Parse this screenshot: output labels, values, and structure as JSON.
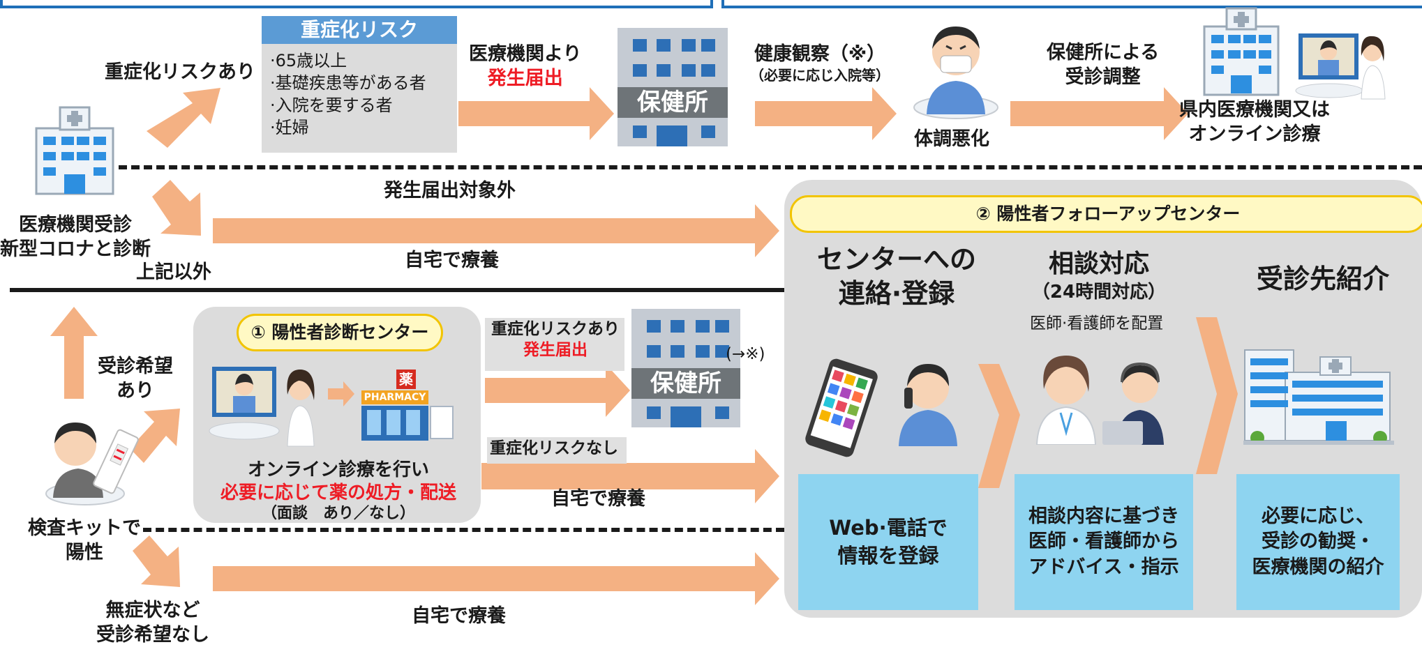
{
  "colors": {
    "arrow": "#f4b183",
    "blue": "#1f6fb8",
    "red": "#ee1c25"
  },
  "top": {
    "risk_yes": "重症化リスクあり",
    "risk_box": {
      "title": "重症化リスク",
      "items": [
        "·65歳以上",
        "·基礎疾患等がある者",
        "·入院を要する者",
        "·妊婦"
      ]
    },
    "report_from_clinic": "医療機関より",
    "report": "発生届出",
    "hokenjo": "保健所",
    "observe": "健康観察（※）",
    "observe_sub": "（必要に応じ入院等）",
    "worse": "体調悪化",
    "coordination": "保健所による受診調整",
    "coordination_l1": "保健所による",
    "coordination_l2": "受診調整",
    "dest_l1": "県内医療機関又は",
    "dest_l2": "オンライン診療"
  },
  "left": {
    "clinic_l1": "医療機関受診",
    "clinic_l2": "新型コロナと診断",
    "other": "上記以外",
    "not_target": "発生届出対象外",
    "home1": "自宅で療養",
    "want_l1": "受診希望",
    "want_l2": "あり",
    "kit_l1": "検査キットで",
    "kit_l2": "陽性",
    "nosym_l1": "無症状など",
    "nosym_l2": "受診希望なし",
    "home3": "自宅で療養"
  },
  "center1": {
    "title": "① 陽性者診断センター",
    "pharmacy_kanji": "薬",
    "pharmacy_label": "PHARMACY",
    "line1": "オンライン診療を行い",
    "line2": "必要に応じて薬の処方・配送",
    "line3": "（面談　あり／なし）"
  },
  "mid": {
    "risk_yes": "重症化リスクあり",
    "report": "発生届出",
    "hokenjo": "保健所",
    "ref": "(→※)",
    "risk_no": "重症化リスクなし",
    "home2": "自宅で療養"
  },
  "center2": {
    "title": "② 陽性者フォローアップセンター",
    "col1_l1": "センターへの",
    "col1_l2": "連絡·登録",
    "col2_l1": "相談対応",
    "col2_l2": "（24時間対応）",
    "col2_sub": "医師·看護師を配置",
    "col3": "受診先紹介",
    "box1_l1": "Web·電話で",
    "box1_l2": "情報を登録",
    "box2_l1": "相談内容に基づき",
    "box2_l2": "医師・看護師から",
    "box2_l3": "アドバイス・指示",
    "box3_l1": "必要に応じ、",
    "box3_l2": "受診の勧奨・",
    "box3_l3": "医療機関の紹介"
  }
}
